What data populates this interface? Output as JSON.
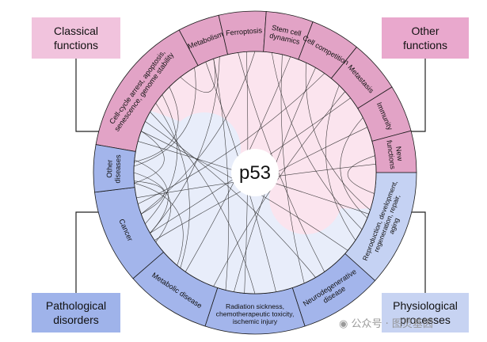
{
  "center": {
    "label": "p53"
  },
  "corners": {
    "classical": [
      "Classical",
      "functions"
    ],
    "other": [
      "Other",
      "functions"
    ],
    "pathological": [
      "Pathological",
      "disorders"
    ],
    "physiological": [
      "Physiological",
      "processes"
    ]
  },
  "segments": {
    "cell_cycle": [
      "Cell-cycle arrest, apoptosis,",
      "senescence, genome stability"
    ],
    "metabolism": [
      "Metabolism"
    ],
    "ferroptosis": [
      "Ferroptosis"
    ],
    "stem_cell": [
      "Stem cell",
      "dynamics"
    ],
    "cell_competition": [
      "Cell competition"
    ],
    "metastasis": [
      "Metastasis"
    ],
    "immunity": [
      "Immunity"
    ],
    "new_functions": [
      "New",
      "functions"
    ],
    "reproduction": [
      "Reproduction, development,",
      "regeneration, repair,",
      "aging"
    ],
    "neurodegenerative": [
      "Neurodegenerative",
      "disease"
    ],
    "radiation": [
      "Radiation sickness,",
      "chemotherapeutic toxicity,",
      "ischemic injury"
    ],
    "metabolic_disease": [
      "Metabolic disease"
    ],
    "cancer": [
      "Cancer"
    ],
    "other_diseases": [
      "Other",
      "diseases"
    ]
  },
  "watermark": {
    "icon": "wechat-icon",
    "text": "公众号 · 图灵基因"
  },
  "colors": {
    "ring_pink": "#e2a3c6",
    "ring_blue": "#a3b5eb",
    "ring_light_blue": "#c5d2f3",
    "inner_pink": "#fbe4ee",
    "inner_blue": "#e8edfa",
    "classical_box": "#f1c3dd",
    "other_box": "#e9a8cd",
    "pathological_box": "#9fb3ea",
    "physiological_box": "#c7d3f2"
  }
}
